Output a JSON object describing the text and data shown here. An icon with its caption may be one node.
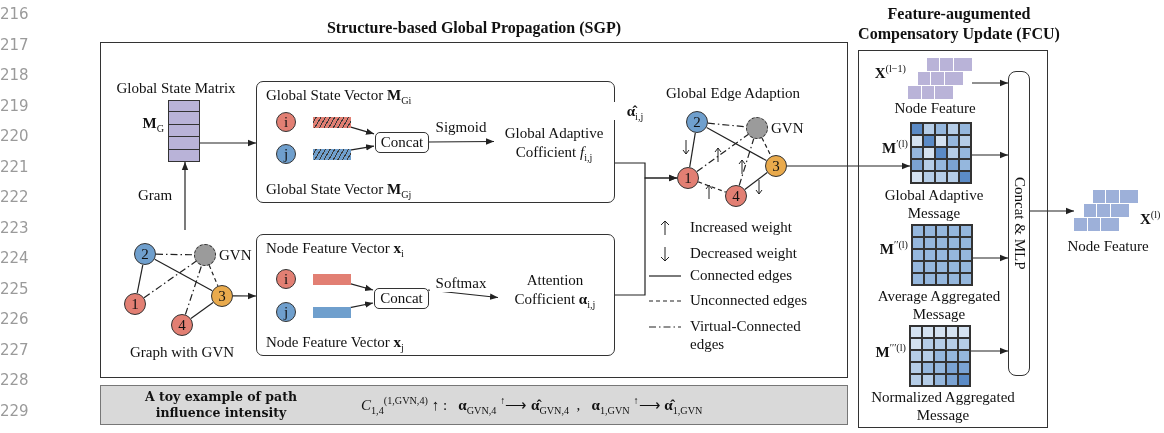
{
  "diagram": {
    "nodes": [
      {
        "text": [
          "Structure-based Global Propagation (SGP)"
        ]
      },
      {
        "text": [],
        "shape": "picture",
        "in": 0,
        "beside": [
          "Global State Matrix",
          "**M**$_{G}$"
        ]
      },
      {
        "text": [
          "Global State Vector **M**$_{Gi}$",
          "Global State Vector **M**$_{Gj}$"
        ],
        "in": 0
      },
      {
        "text": [
          "i"
        ],
        "in": 2
      },
      {
        "text": [],
        "shape": "bar",
        "in": 2
      },
      {
        "text": [
          "j"
        ],
        "in": 2
      },
      {
        "text": [],
        "shape": "bar",
        "in": 2
      },
      {
        "text": [
          "Concat"
        ],
        "in": 2
      },
      {
        "text": [
          "Global Adaptive Cofficient *f*$_{i,j}$"
        ],
        "in": 2
      },
      {
        "text": [
          "2"
        ],
        "in": 0
      },
      {
        "text": [],
        "shape": "circle",
        "in": 0,
        "beside": [
          "GVN"
        ]
      },
      {
        "text": [
          "1"
        ],
        "in": 0
      },
      {
        "text": [
          "3"
        ],
        "in": 0
      },
      {
        "text": [
          "4"
        ],
        "in": 0
      },
      {
        "text": [
          "Node Feature Vector **x**$_{i}$",
          "Node Feature Vector **x**$_{j}$"
        ],
        "in": 0
      },
      {
        "text": [
          "i"
        ],
        "in": 14
      },
      {
        "text": [],
        "shape": "bar",
        "in": 14
      },
      {
        "text": [
          "j"
        ],
        "in": 14
      },
      {
        "text": [],
        "shape": "bar",
        "in": 14
      },
      {
        "text": [
          "Concat"
        ],
        "in": 14
      },
      {
        "text": [
          "Attention Cofficient **α**$_{i,j}$"
        ],
        "in": 14
      },
      {
        "text": [
          "2"
        ],
        "in": 0
      },
      {
        "text": [],
        "shape": "circle",
        "in": 0,
        "beside": [
          "GVN"
        ]
      },
      {
        "text": [
          "1"
        ],
        "in": 0
      },
      {
        "text": [
          "3"
        ],
        "in": 0
      },
      {
        "text": [
          "4"
        ],
        "in": 0
      },
      {
        "text": [
          "Feature-augumented Compensatory Update (FCU)"
        ]
      },
      {
        "text": [],
        "shape": "picture",
        "in": 26,
        "beside": [
          "**X**$^{(l−1)}$",
          "Node Feature"
        ]
      },
      {
        "text": [],
        "shape": "picture",
        "in": 26,
        "beside": [
          "**M**$^{′(l)}$",
          "Global Adaptive Message"
        ]
      },
      {
        "text": [],
        "shape": "picture",
        "in": 26,
        "beside": [
          "**M**$^{′′(l)}$",
          "Average Aggregated Message"
        ]
      },
      {
        "text": [],
        "shape": "picture",
        "in": 26,
        "beside": [
          "**M**$^{′′′(l)}$",
          "Normalized Aggregated Message"
        ]
      },
      {
        "text": [
          "Concat & MLP"
        ],
        "in": 26
      },
      {
        "text": [],
        "shape": "picture",
        "beside": [
          "**X**$^{(l)}$",
          "Node Feature"
        ]
      },
      {
        "text": [
          "A toy example of path influence intensity",
          "*C*$_{1,4}$$^{(1,GVN,4)}$ ↑ :   **α**$_{GVN,4}$ $^{↑}$⟶ **α̂**$_{GVN,4}$  ,   **α**$_{1,GVN}$ $^{↑}$⟶ **α̂**$_{1,GVN}$"
        ]
      }
    ],
    "edges": [
      {
        "from": null,
        "to": 1,
        "arrow": "to",
        "label": "Gram"
      },
      {
        "from": 1,
        "to": 2,
        "arrow": "to"
      },
      {
        "from": 4,
        "to": 7,
        "arrow": "to"
      },
      {
        "from": 6,
        "to": 7,
        "arrow": "to"
      },
      {
        "from": 7,
        "to": 8,
        "arrow": "to",
        "label": "Sigmoid"
      },
      {
        "from": 2,
        "to": 23,
        "arrow": "to",
        "label": "**α̂**$_{i,j}$"
      },
      {
        "from": 9,
        "to": 11,
        "arrow": "none"
      },
      {
        "from": 9,
        "to": 12,
        "arrow": "none"
      },
      {
        "from": 9,
        "to": 10,
        "arrow": "none",
        "style": "dashed"
      },
      {
        "from": 11,
        "to": 10,
        "arrow": "none",
        "style": "dashed"
      },
      {
        "from": 10,
        "to": 12,
        "arrow": "none",
        "style": "dashed"
      },
      {
        "from": 13,
        "to": 10,
        "arrow": "none",
        "style": "dashed"
      },
      {
        "from": 13,
        "to": 12,
        "arrow": "none"
      },
      {
        "from": 12,
        "to": 14,
        "arrow": "to"
      },
      {
        "from": 16,
        "to": 19,
        "arrow": "to"
      },
      {
        "from": 18,
        "to": 19,
        "arrow": "to"
      },
      {
        "from": 19,
        "to": 20,
        "arrow": "to",
        "label": "Softmax"
      },
      {
        "from": 14,
        "to": 23,
        "arrow": "to"
      },
      {
        "from": 21,
        "to": 23,
        "arrow": "none"
      },
      {
        "from": 21,
        "to": 24,
        "arrow": "none"
      },
      {
        "from": 21,
        "to": 22,
        "arrow": "none",
        "style": "dashed"
      },
      {
        "from": 23,
        "to": 22,
        "arrow": "none",
        "style": "dashed"
      },
      {
        "from": 22,
        "to": 24,
        "arrow": "none",
        "style": "dashed"
      },
      {
        "from": 25,
        "to": 22,
        "arrow": "none",
        "style": "dashed"
      },
      {
        "from": 25,
        "to": 24,
        "arrow": "none"
      },
      {
        "from": 23,
        "to": 25,
        "arrow": "none",
        "style": "dashed"
      },
      {
        "from": 24,
        "to": 28,
        "arrow": "to"
      },
      {
        "from": 27,
        "to": 31,
        "arrow": "to"
      },
      {
        "from": 28,
        "to": 31,
        "arrow": "to"
      },
      {
        "from": 29,
        "to": 31,
        "arrow": "to"
      },
      {
        "from": 30,
        "to": 31,
        "arrow": "to"
      },
      {
        "from": 31,
        "to": 32,
        "arrow": "to"
      }
    ],
    "labels": [
      "216",
      "217",
      "218",
      "219",
      "220",
      "221",
      "222",
      "223",
      "224",
      "225",
      "226",
      "227",
      "228",
      "229",
      "Graph with GVN",
      "Global Edge Adaption"
    ],
    "legend": [
      {
        "text": "Increased weight"
      },
      {
        "text": "Decreased weight"
      },
      {
        "text": "Connected edges"
      },
      {
        "text": "Unconnected edges"
      },
      {
        "text": "Virtual-Connected edges"
      }
    ]
  }
}
